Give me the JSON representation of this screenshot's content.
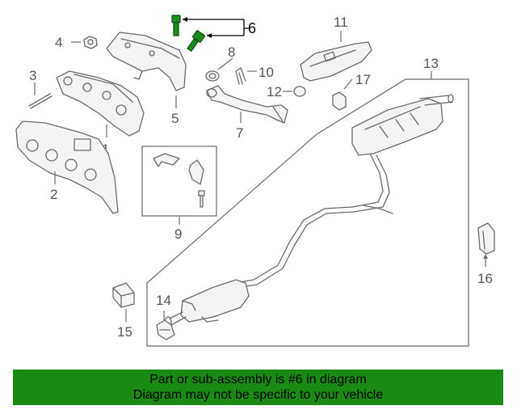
{
  "diagram": {
    "callouts": [
      {
        "id": "1",
        "label": "1"
      },
      {
        "id": "2",
        "label": "2"
      },
      {
        "id": "3",
        "label": "3"
      },
      {
        "id": "4",
        "label": "4"
      },
      {
        "id": "5",
        "label": "5"
      },
      {
        "id": "6",
        "label": "6",
        "highlighted": true
      },
      {
        "id": "7",
        "label": "7"
      },
      {
        "id": "8",
        "label": "8"
      },
      {
        "id": "9",
        "label": "9"
      },
      {
        "id": "10",
        "label": "10"
      },
      {
        "id": "11",
        "label": "11"
      },
      {
        "id": "12",
        "label": "12"
      },
      {
        "id": "13",
        "label": "13"
      },
      {
        "id": "14",
        "label": "14"
      },
      {
        "id": "15",
        "label": "15"
      },
      {
        "id": "16",
        "label": "16"
      },
      {
        "id": "17",
        "label": "17"
      }
    ],
    "highlight_color": "#1f8a1f"
  },
  "banner": {
    "line1": "Part or sub-assembly is #6 in diagram",
    "line2": "Diagram may not be specific to your vehicle",
    "background": "#1a8a14"
  }
}
